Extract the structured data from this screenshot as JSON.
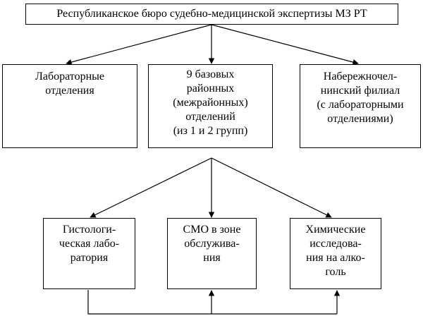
{
  "diagram": {
    "top": {
      "lines": [
        "Республиканское бюро судебно-медицинской экспертизы МЗ РТ"
      ]
    },
    "level2": [
      {
        "lines": [
          "Лабораторные",
          "отделения"
        ]
      },
      {
        "lines": [
          "9 базовых",
          "районных",
          "(межрайонных)",
          "отделений",
          "(из 1 и 2 групп)"
        ]
      },
      {
        "lines": [
          "Набережночел-",
          "нинский филиал",
          "(с лабораторными",
          "отделениями)"
        ]
      }
    ],
    "level3": [
      {
        "lines": [
          "Гистологи-",
          "ческая лабо-",
          "ратория"
        ]
      },
      {
        "lines": [
          "СМО в зоне",
          "обслужива-",
          "ния"
        ]
      },
      {
        "lines": [
          "Химические",
          "исследова-",
          "ния на алко-",
          "голь"
        ]
      }
    ]
  }
}
